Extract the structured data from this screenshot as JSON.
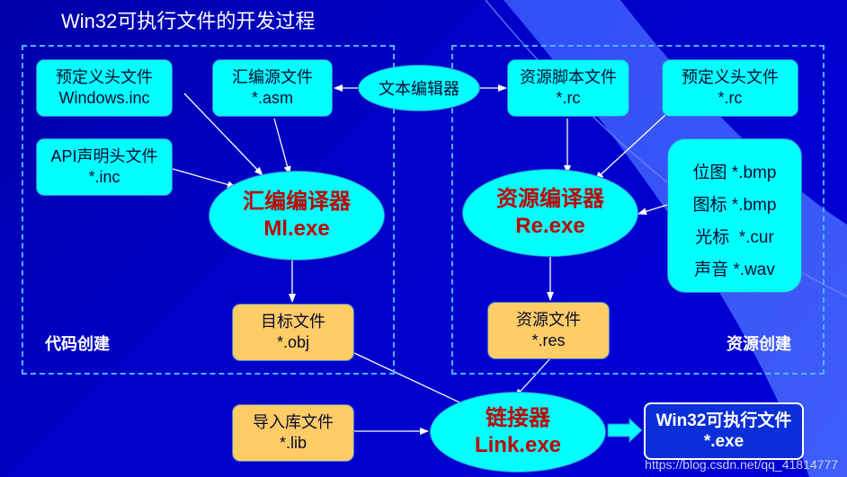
{
  "title": "Win32可执行文件的开发过程",
  "regions": {
    "code": "代码创建",
    "resource": "资源创建"
  },
  "nodes": {
    "predef_inc": {
      "line1": "预定义头文件",
      "line2": "Windows.inc"
    },
    "asm_src": {
      "line1": "汇编源文件",
      "line2": "*.asm"
    },
    "api_inc": {
      "line1": "API声明头文件",
      "line2": "*.inc"
    },
    "text_editor": {
      "label": "文本编辑器"
    },
    "rc_script": {
      "line1": "资源脚本文件",
      "line2": "*.rc"
    },
    "predef_rc": {
      "line1": "预定义头文件",
      "line2": "*.rc"
    },
    "asm_compiler": {
      "line1": "汇编编译器",
      "line2": "Ml.exe"
    },
    "res_compiler": {
      "line1": "资源编译器",
      "line2": "Re.exe"
    },
    "res_items": [
      "位图 *.bmp",
      "图标 *.bmp",
      "光标  *.cur",
      "声音 *.wav"
    ],
    "obj_file": {
      "line1": "目标文件",
      "line2": "*.obj"
    },
    "res_file": {
      "line1": "资源文件",
      "line2": "*.res"
    },
    "lib_file": {
      "line1": "导入库文件",
      "line2": "*.lib"
    },
    "linker": {
      "line1": "链接器",
      "line2": "Link.exe"
    },
    "exe_out": {
      "line1": "Win32可执行文件",
      "line2": "*.exe"
    }
  },
  "watermark": "https://blog.csdn.net/qq_41814777",
  "colors": {
    "background": "#0000c8",
    "node_cyan": "#00ffff",
    "node_orange": "#ffcc66",
    "compiler_text": "#c00000",
    "dashed_border": "#4fb2ff",
    "output_fill": "#0a2fd8"
  }
}
